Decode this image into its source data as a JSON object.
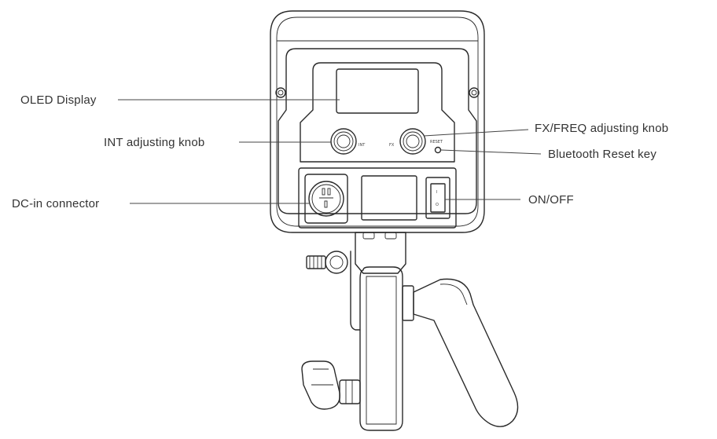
{
  "labels": {
    "oled_display": "OLED Display",
    "int_knob": "INT adjusting knob",
    "dc_in": "DC-in connector",
    "fx_freq_knob": "FX/FREQ adjusting knob",
    "bluetooth_reset": "Bluetooth Reset key",
    "on_off": "ON/OFF"
  },
  "panel_marks": {
    "int": "INT",
    "fx": "FX",
    "reset": "RESET",
    "switch_on": "I",
    "switch_off": "O"
  },
  "colors": {
    "ink": "#2a2a2a",
    "label_text": "#333333"
  }
}
